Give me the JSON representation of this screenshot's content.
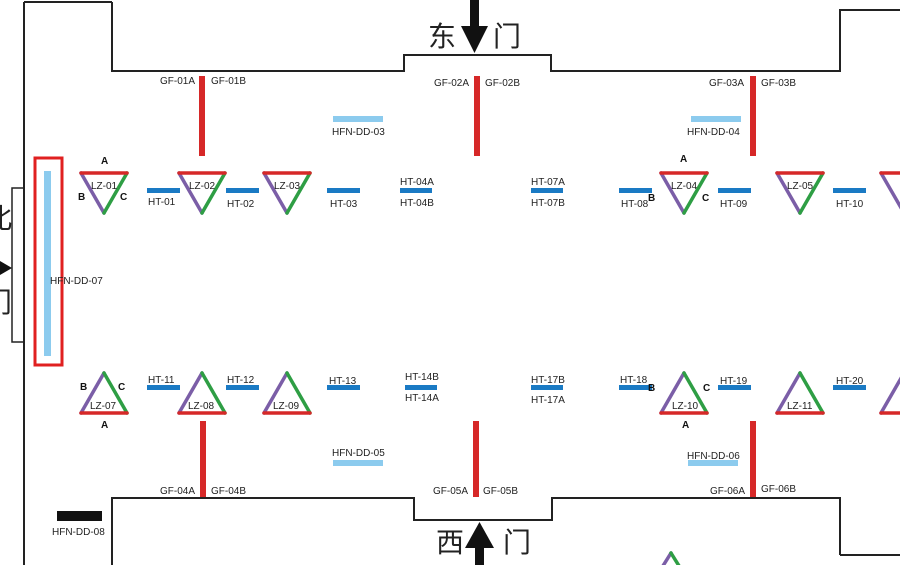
{
  "gates": {
    "east": [
      "东",
      "门"
    ],
    "west": [
      "西",
      "门"
    ],
    "north_fragment": [
      "北",
      "门"
    ]
  },
  "grounding_labels": [
    "GF-01A",
    "GF-01B",
    "GF-02A",
    "GF-02B",
    "GF-03A",
    "GF-03B",
    "GF-04A",
    "GF-04B",
    "GF-05A",
    "GF-05B",
    "GF-06A",
    "GF-06B"
  ],
  "ht_labels": [
    "HT-01",
    "HT-02",
    "HT-03",
    "HT-04A",
    "HT-04B",
    "HT-07A",
    "HT-07B",
    "HT-08",
    "HT-09",
    "HT-10",
    "HT-11",
    "HT-12",
    "HT-13",
    "HT-14B",
    "HT-14A",
    "HT-17B",
    "HT-17A",
    "HT-18",
    "HT-19",
    "HT-20"
  ],
  "hfn_labels": [
    "HFN-DD-03",
    "HFN-DD-04",
    "HFN-DD-05",
    "HFN-DD-06",
    "HFN-DD-07",
    "HFN-DD-08"
  ],
  "lz_labels": [
    "LZ-01",
    "LZ-02",
    "LZ-03",
    "LZ-04",
    "LZ-05",
    "LZ-07",
    "LZ-08",
    "LZ-09",
    "LZ-10",
    "LZ-11"
  ],
  "phase_labels": {
    "a": "A",
    "b": "B",
    "c": "C"
  },
  "colors": {
    "grounding_bar": "#d62828",
    "ht_bar": "#1a7ac4",
    "hfn_bar": "#8ccbee",
    "phase_ab": "#7b5ea7",
    "phase_bc": "#2e9e44",
    "phase_ca": "#d62828",
    "highlight_frame": "#e02020",
    "wall": "#222222"
  }
}
